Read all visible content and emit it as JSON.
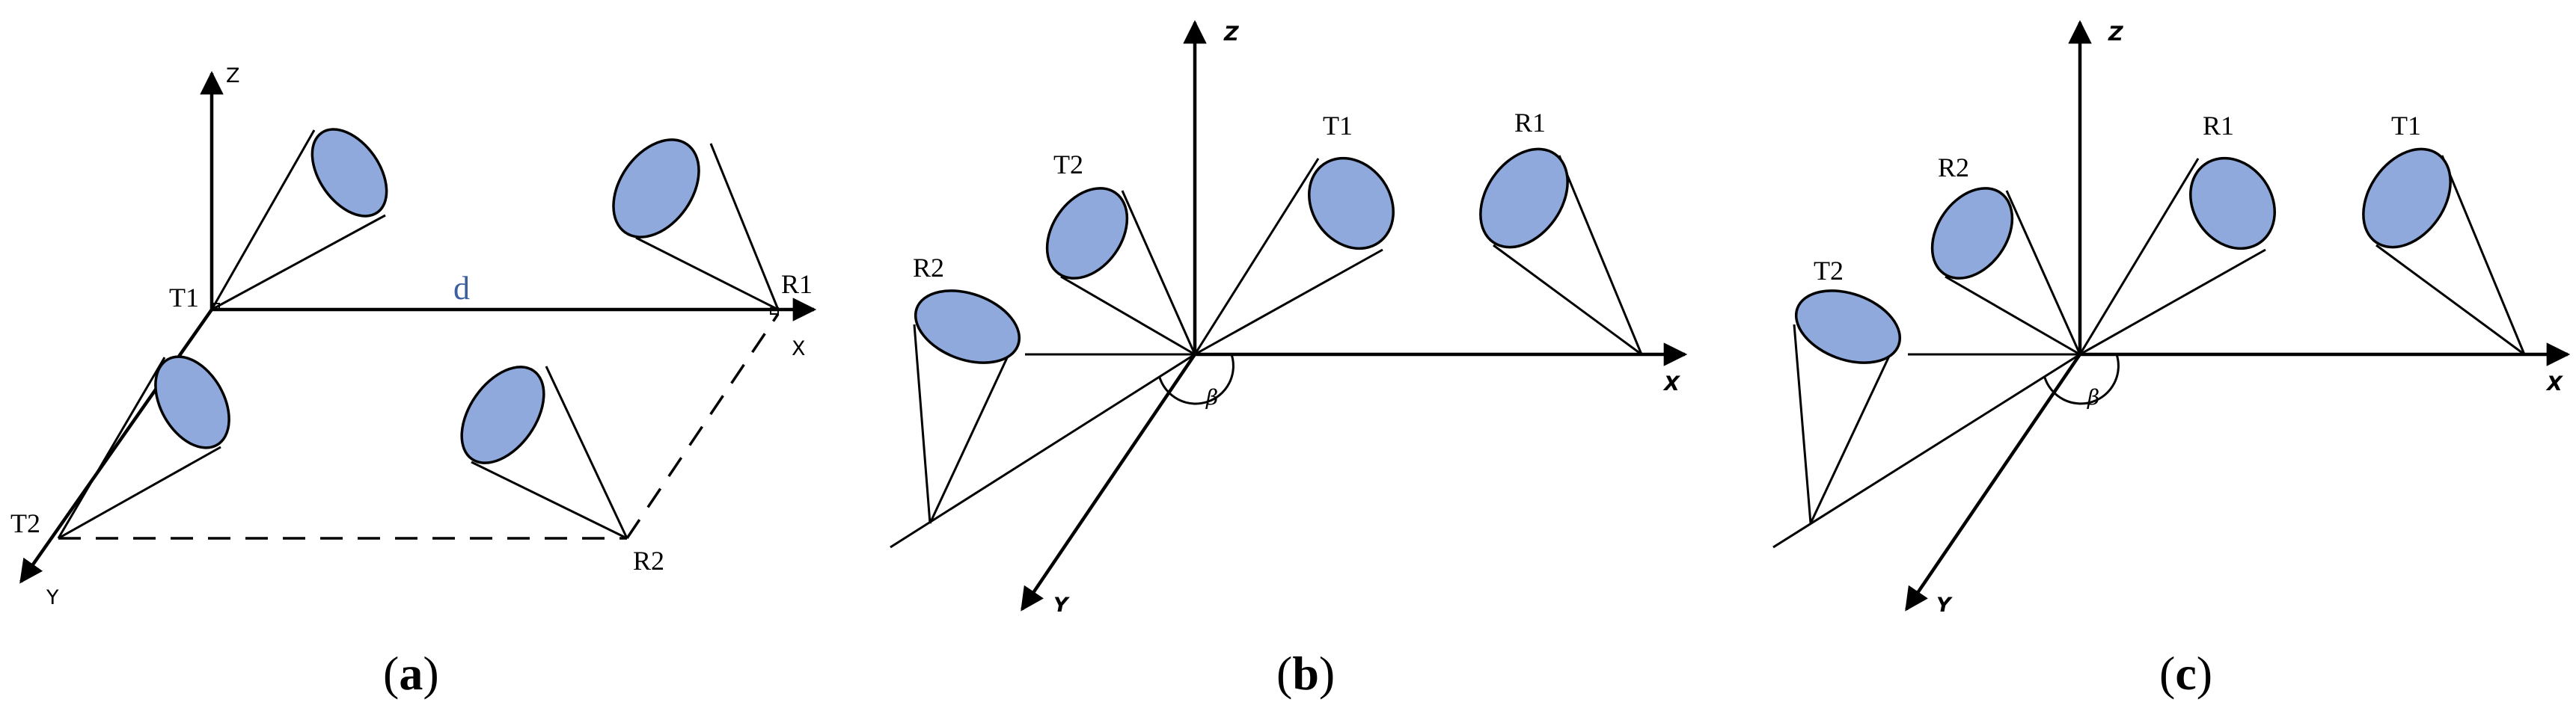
{
  "colors": {
    "antenna_fill": "#8fa9dc",
    "distance_label": "#3a5fa0",
    "line": "#000000"
  },
  "panels": [
    {
      "id": "a",
      "caption": {
        "open": "(",
        "letter": "a",
        "close": ")"
      },
      "axes": {
        "x": "X",
        "y": "Y",
        "z": "Z"
      },
      "labels": {
        "t1": "T1",
        "t2": "T2",
        "r1": "R1",
        "r2": "R2",
        "distance": "d"
      }
    },
    {
      "id": "b",
      "caption": {
        "open": "(",
        "letter": "b",
        "close": ")"
      },
      "axes": {
        "x": "X",
        "y": "Y",
        "z": "Z"
      },
      "angle": "β",
      "labels": {
        "t1": "T1",
        "t2": "T2",
        "r1": "R1",
        "r2": "R2"
      }
    },
    {
      "id": "c",
      "caption": {
        "open": "(",
        "letter": "c",
        "close": ")"
      },
      "axes": {
        "x": "X",
        "y": "Y",
        "z": "Z"
      },
      "angle": "β",
      "labels": {
        "t2": "T2",
        "r2": "R2",
        "r1": "R1",
        "t1": "T1"
      }
    }
  ]
}
